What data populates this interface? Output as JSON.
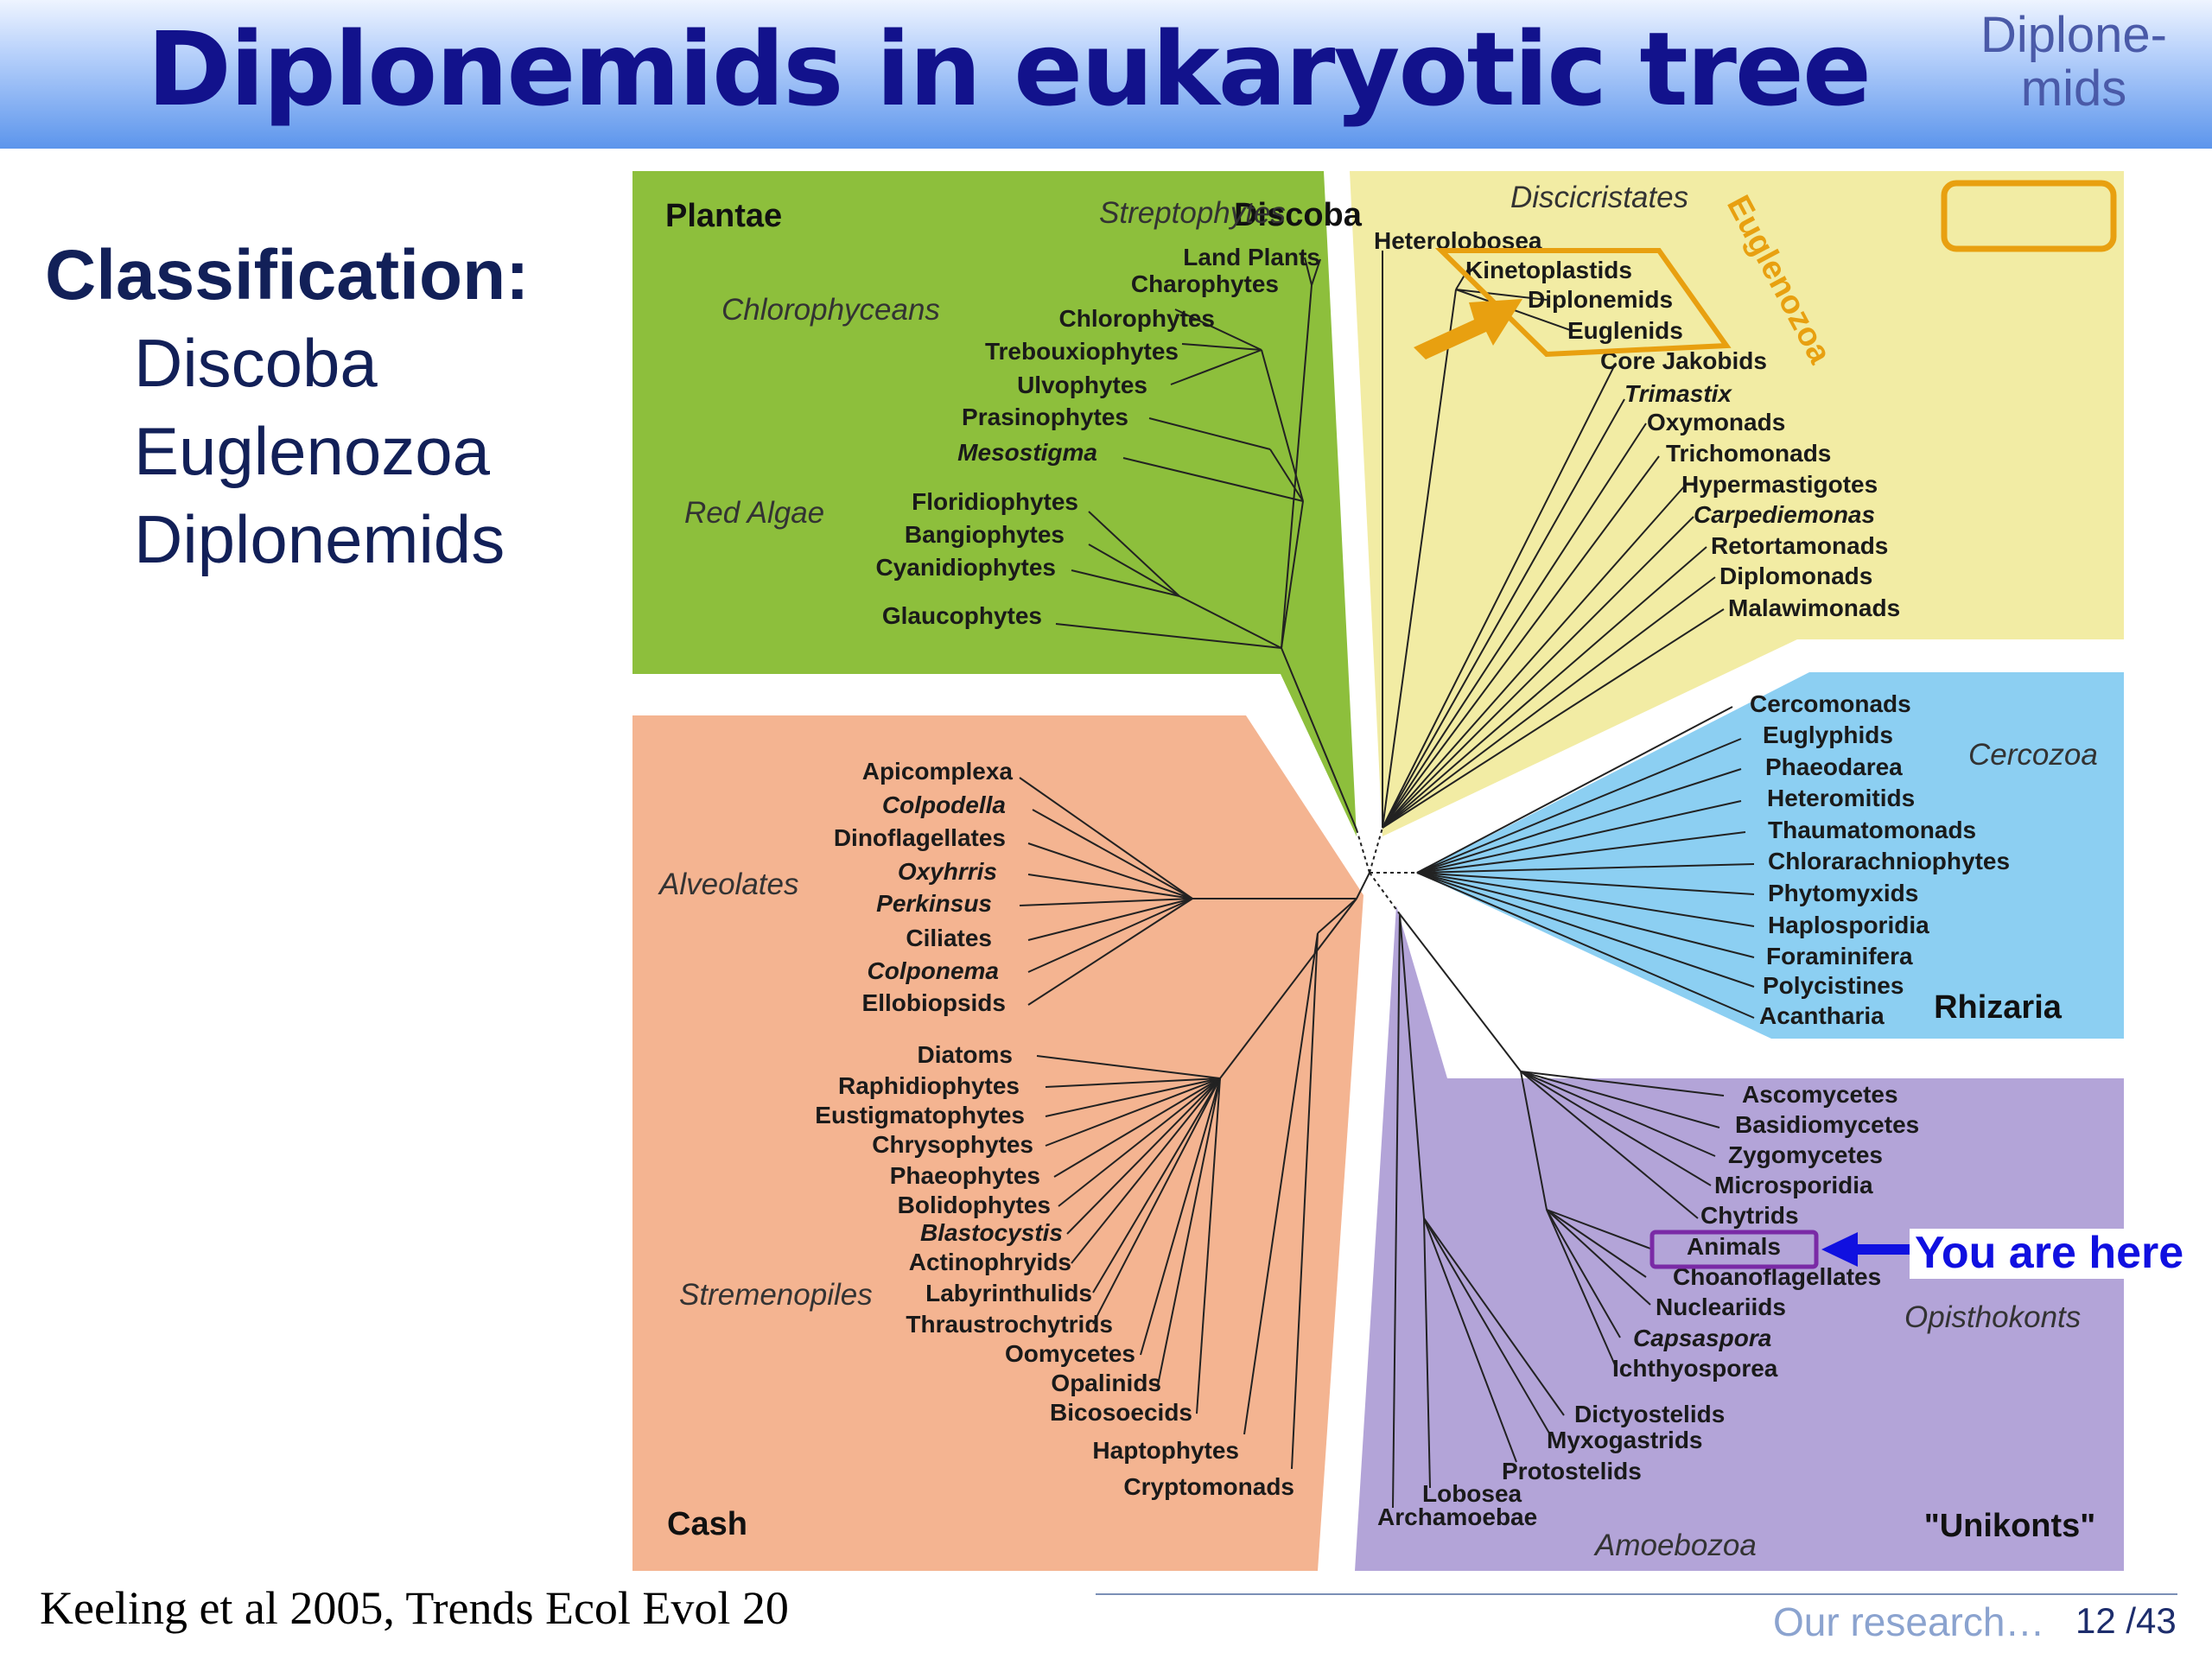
{
  "header": {
    "title": "Diplonemids in eukaryotic tree",
    "corner_tag": [
      "Diplone-",
      "mids"
    ]
  },
  "classification": {
    "heading": "Classification:",
    "levels": [
      "Discoba",
      "Euglenozoa",
      "Diplonemids"
    ]
  },
  "citation": "Keeling et al 2005, Trends Ecol Evol 20",
  "footer": {
    "section": "Our research…",
    "page": "12 /43"
  },
  "colors": {
    "plantae": "#8dbf3c",
    "discoba": "#f2eca4",
    "rhizaria": "#8ccff2",
    "unikonts": "#b3a4d8",
    "cash": "#f4b491",
    "title": "#12128c",
    "arrow_orange": "#e8a010",
    "arrow_blue": "#1010e0"
  },
  "tree": {
    "plantae": {
      "name": "Plantae",
      "groups": [
        "Streptophytes",
        "Chlorophyceans",
        "Red Algae"
      ],
      "taxa": [
        "Land Plants",
        "Charophytes",
        "Chlorophytes",
        "Trebouxiophytes",
        "Ulvophytes",
        "Prasinophytes",
        "Mesostigma",
        "Floridiophytes",
        "Bangiophytes",
        "Cyanidiophytes",
        "Glaucophytes"
      ]
    },
    "discoba": {
      "name": "Discoba",
      "groups": [
        "Discicristates",
        "Euglenozoa"
      ],
      "taxa": [
        "Heterolobosea",
        "Kinetoplastids",
        "Diplonemids",
        "Euglenids",
        "Core Jakobids",
        "Trimastix",
        "Oxymonads",
        "Trichomonads",
        "Hypermastigotes",
        "Carpediemonas",
        "Retortamonads",
        "Diplomonads",
        "Malawimonads"
      ]
    },
    "rhizaria": {
      "name": "Rhizaria",
      "groups": [
        "Cercozoa"
      ],
      "taxa": [
        "Cercomonads",
        "Euglyphids",
        "Phaeodarea",
        "Heteromitids",
        "Thaumatomonads",
        "Chlorarachniophytes",
        "Phytomyxids",
        "Haplosporidia",
        "Foraminifera",
        "Polycistines",
        "Acantharia"
      ]
    },
    "unikonts": {
      "name": "\"Unikonts\"",
      "groups": [
        "Opisthokonts",
        "Amoebozoa"
      ],
      "taxa": [
        "Ascomycetes",
        "Basidiomycetes",
        "Zygomycetes",
        "Microsporidia",
        "Chytrids",
        "Animals",
        "Choanoflagellates",
        "Nucleariids",
        "Capsaspora",
        "Ichthyosporea",
        "Dictyostelids",
        "Myxogastrids",
        "Protostelids",
        "Lobosea",
        "Archamoebae"
      ],
      "you_are_here": "You are here"
    },
    "cash": {
      "name": "Cash",
      "groups": [
        "Alveolates",
        "Stremenopiles"
      ],
      "taxa": [
        "Apicomplexa",
        "Colpodella",
        "Dinoflagellates",
        "Oxyhrris",
        "Perkinsus",
        "Ciliates",
        "Colponema",
        "Ellobiopsids",
        "Diatoms",
        "Raphidiophytes",
        "Eustigmatophytes",
        "Chrysophytes",
        "Phaeophytes",
        "Bolidophytes",
        "Blastocystis",
        "Actinophryids",
        "Labyrinthulids",
        "Thraustrochytrids",
        "Oomycetes",
        "Opalinids",
        "Bicosoecids",
        "Haptophytes",
        "Cryptomonads"
      ]
    }
  }
}
